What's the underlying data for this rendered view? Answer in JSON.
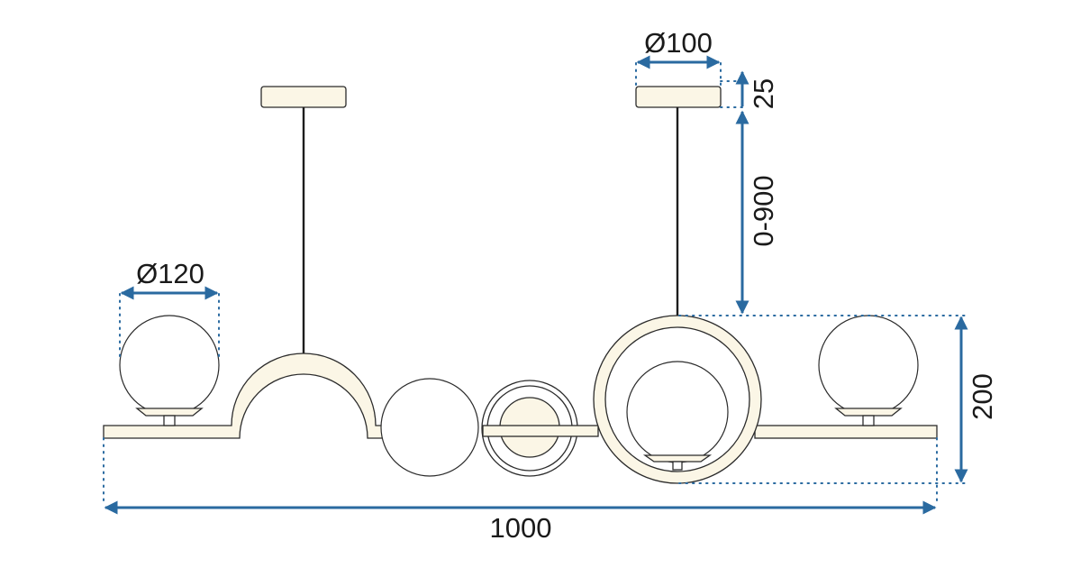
{
  "dimensions": {
    "canopy_diameter": "Ø100",
    "canopy_height": "25",
    "cable_length": "0-900",
    "globe_diameter": "Ø120",
    "fixture_height": "200",
    "total_length": "1000"
  },
  "colors": {
    "dimension_line": "#2a6aa0",
    "outline": "#2b2b2b",
    "warm_fill": "#fbf6e6"
  }
}
